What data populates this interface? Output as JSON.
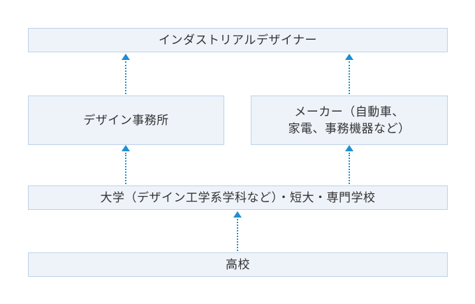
{
  "nodes": {
    "top": "インダストリアルデザイナー",
    "left": "デザイン事務所",
    "right_line1": "メーカー（自動車、",
    "right_line2": "家電、事務機器など）",
    "middle": "大学（デザイン工学系学科など）・短大・専門学校",
    "bottom": "高校"
  },
  "colors": {
    "box_fill": "#eef3f9",
    "box_border": "#bdd2ea",
    "arrow": "#1f8fd1",
    "text": "#333333"
  },
  "edges": [
    {
      "from": "bottom",
      "to": "middle"
    },
    {
      "from": "middle",
      "to": "left"
    },
    {
      "from": "middle",
      "to": "right"
    },
    {
      "from": "left",
      "to": "top"
    },
    {
      "from": "right",
      "to": "top"
    }
  ]
}
